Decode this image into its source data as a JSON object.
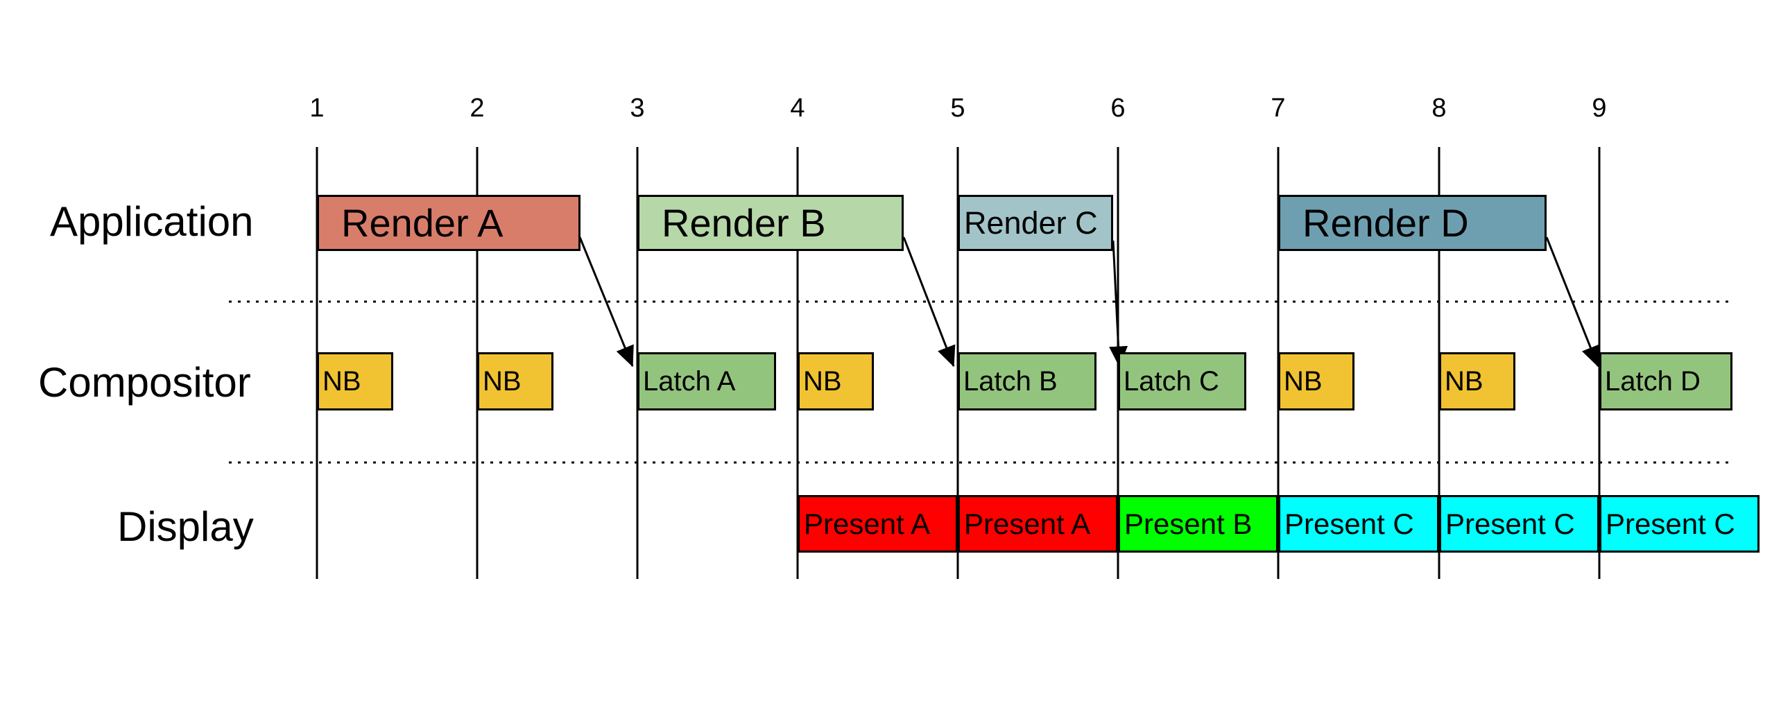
{
  "canvas": {
    "background": "#FFFFFF",
    "line_color": "#000000"
  },
  "timeline": {
    "ticks": [
      {
        "label": "1"
      },
      {
        "label": "2"
      },
      {
        "label": "3"
      },
      {
        "label": "4"
      },
      {
        "label": "5"
      },
      {
        "label": "6"
      },
      {
        "label": "7"
      },
      {
        "label": "8"
      },
      {
        "label": "9"
      }
    ]
  },
  "rows": {
    "application": {
      "label": "Application"
    },
    "compositor": {
      "label": "Compositor"
    },
    "display": {
      "label": "Display"
    }
  },
  "application_blocks": [
    {
      "label": "Render A",
      "color": "#D97D6B",
      "start": 1,
      "end": 2.65
    },
    {
      "label": "Render B",
      "color": "#B6D7A8",
      "start": 3,
      "end": 4.66
    },
    {
      "label": "Render C",
      "color": "#A2C4C9",
      "start": 5,
      "end": 5.97
    },
    {
      "label": "Render D",
      "color": "#6E9FB0",
      "start": 7,
      "end": 8.67
    }
  ],
  "compositor_blocks": [
    {
      "label": "NB",
      "color": "#F1C232",
      "start": 1
    },
    {
      "label": "NB",
      "color": "#F1C232",
      "start": 2
    },
    {
      "label": "Latch A",
      "color": "#93C47D",
      "start": 3
    },
    {
      "label": "NB",
      "color": "#F1C232",
      "start": 4
    },
    {
      "label": "Latch B",
      "color": "#93C47D",
      "start": 5
    },
    {
      "label": "Latch C",
      "color": "#93C47D",
      "start": 6
    },
    {
      "label": "NB",
      "color": "#F1C232",
      "start": 7
    },
    {
      "label": "NB",
      "color": "#F1C232",
      "start": 8
    },
    {
      "label": "Latch D",
      "color": "#93C47D",
      "start": 9
    }
  ],
  "display_blocks": [
    {
      "label": "Present A",
      "color": "#FF0000",
      "start": 4,
      "end": 5
    },
    {
      "label": "Present A",
      "color": "#FF0000",
      "start": 5,
      "end": 6
    },
    {
      "label": "Present B",
      "color": "#00FF00",
      "start": 6,
      "end": 7
    },
    {
      "label": "Present C",
      "color": "#00FFFF",
      "start": 7,
      "end": 8
    },
    {
      "label": "Present C",
      "color": "#00FFFF",
      "start": 8,
      "end": 9
    },
    {
      "label": "Present C",
      "color": "#00FFFF",
      "start": 9,
      "end": 10
    }
  ],
  "arrows": [
    {
      "from": "Render A",
      "to": "Latch A"
    },
    {
      "from": "Render B",
      "to": "Latch B"
    },
    {
      "from": "Render C",
      "to": "Latch C"
    },
    {
      "from": "Render D",
      "to": "Latch D"
    }
  ]
}
